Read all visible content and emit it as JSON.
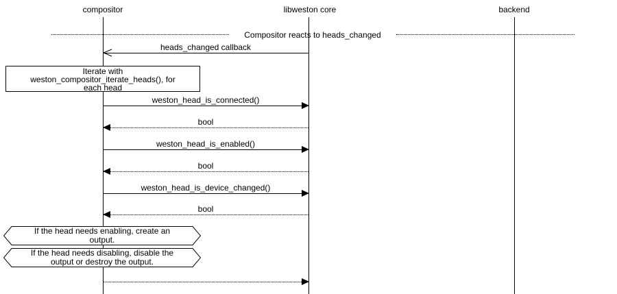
{
  "participants": [
    {
      "label": "compositor"
    },
    {
      "label": "libweston core"
    },
    {
      "label": "backend"
    }
  ],
  "divider": {
    "label": "Compositor reacts to heads_changed"
  },
  "note": {
    "lines": [
      "Iterate with",
      "weston_compositor_iterate_heads(), for",
      "each head"
    ]
  },
  "messages": [
    {
      "label": "heads_changed callback",
      "from": "libweston core",
      "to": "compositor",
      "line": "solid",
      "arrowhead": "open"
    },
    {
      "label": "weston_head_is_connected()",
      "from": "compositor",
      "to": "libweston core",
      "line": "solid",
      "arrowhead": "filled"
    },
    {
      "label": "bool",
      "from": "libweston core",
      "to": "compositor",
      "line": "dotted",
      "arrowhead": "filled"
    },
    {
      "label": "weston_head_is_enabled()",
      "from": "compositor",
      "to": "libweston core",
      "line": "solid",
      "arrowhead": "filled"
    },
    {
      "label": "bool",
      "from": "libweston core",
      "to": "compositor",
      "line": "dotted",
      "arrowhead": "filled"
    },
    {
      "label": "weston_head_is_device_changed()",
      "from": "compositor",
      "to": "libweston core",
      "line": "solid",
      "arrowhead": "filled"
    },
    {
      "label": "bool",
      "from": "libweston core",
      "to": "compositor",
      "line": "dotted",
      "arrowhead": "filled"
    },
    {
      "label": "",
      "from": "compositor",
      "to": "libweston core",
      "line": "dotted",
      "arrowhead": "filled"
    }
  ],
  "conditions": [
    {
      "lines": [
        "If the head needs enabling, create an",
        "output."
      ]
    },
    {
      "lines": [
        "If the head needs disabling, disable the",
        "output or destroy the output."
      ]
    }
  ],
  "colors": {
    "stroke": "#000000",
    "background": "#ffffff"
  }
}
